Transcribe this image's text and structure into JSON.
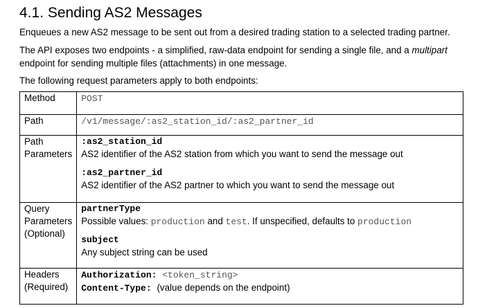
{
  "heading": "4.1. Sending AS2 Messages",
  "intro": "Enqueues a new AS2 message to be sent out from a desired trading station to a selected trading partner.",
  "api": {
    "before": "The API exposes two endpoints - a simplified, raw-data endpoint for sending a single file, and a ",
    "emph": "multipart",
    "after": " endpoint for sending multiple files (attachments) in one message."
  },
  "following": "The following request parameters apply to both endpoints:",
  "table": {
    "method": {
      "label": "Method",
      "value": "POST"
    },
    "path": {
      "label": "Path",
      "value": "/v1/message/:as2_station_id/:as2_partner_id"
    },
    "path_params": {
      "label_1": "Path",
      "label_2": "Parameters",
      "items": [
        {
          "name": ":as2_station_id",
          "desc": "AS2 identifier of the AS2 station from which you want to send the message out"
        },
        {
          "name": ":as2_partner_id",
          "desc": "AS2 identifier of the AS2 partner to which you want to send the message out"
        }
      ]
    },
    "query_params": {
      "label_1": "Query",
      "label_2": "Parameters",
      "label_3": "(Optional)",
      "partner_type": {
        "name": "partnerType",
        "desc_1": "Possible values: ",
        "code_1": "production",
        "desc_2": " and ",
        "code_2": "test",
        "desc_3": ". If unspecified, defaults to ",
        "code_3": "production"
      },
      "subject": {
        "name": "subject",
        "desc": "Any subject string can be used"
      }
    },
    "headers": {
      "label_1": "Headers",
      "label_2": "(Required)",
      "auth_name": "Authorization",
      "auth_colon": ": ",
      "auth_value": "<token_string>",
      "ct_name": "Content-Type",
      "ct_colon": ": ",
      "ct_desc": "(value depends on the endpoint)"
    }
  }
}
